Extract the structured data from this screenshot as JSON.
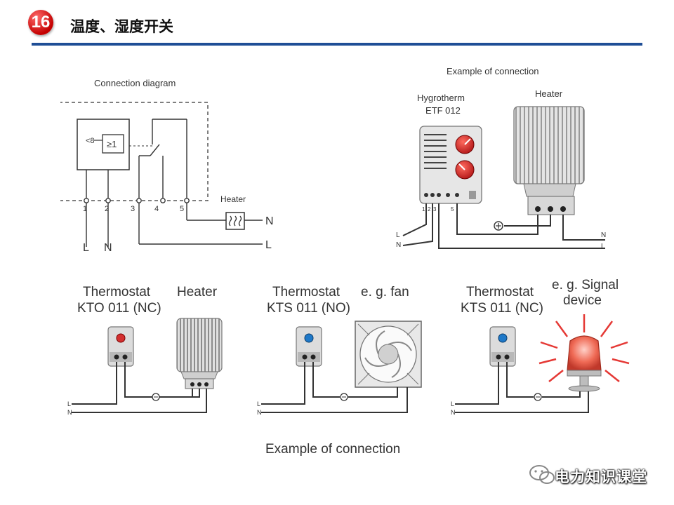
{
  "header": {
    "badge": "16",
    "title": "温度、湿度开关"
  },
  "diagram1": {
    "title": "Connection diagram",
    "temp_label": "<8",
    "logic_label": "≥1",
    "terminals": [
      "1",
      "2",
      "3",
      "4",
      "5"
    ],
    "heater_label": "Heater",
    "outputs": {
      "l1": "L",
      "n": "N",
      "n_right": "N",
      "l_right": "L"
    }
  },
  "diagram2": {
    "title": "Example of connection",
    "device_label_1": "Hygrotherm",
    "device_label_2": "ETF 012",
    "heater_label": "Heater",
    "terminals": [
      "1",
      "2",
      "3",
      "5"
    ],
    "left": {
      "l": "L",
      "n": "N"
    },
    "right": {
      "n": "N",
      "l": "L"
    }
  },
  "examples": [
    {
      "label_1": "Thermostat",
      "label_2": "KTO 011 (NC)",
      "load_1": "Heater",
      "load_2": "",
      "l": "L",
      "n": "N"
    },
    {
      "label_1": "Thermostat",
      "label_2": "KTS 011 (NO)",
      "load_1": "e. g. fan",
      "load_2": "",
      "l": "L",
      "n": "N"
    },
    {
      "label_1": "Thermostat",
      "label_2": "KTS 011 (NC)",
      "load_1": "e. g. Signal",
      "load_2": "device",
      "l": "L",
      "n": "N"
    }
  ],
  "footer": {
    "caption": "Example of connection"
  },
  "watermark": {
    "text": "电力知识课堂"
  },
  "colors": {
    "accent_rule": "#1f4e96",
    "badge": "#c40000",
    "dial": "#c62828",
    "thermostat_red": "#d32f2f",
    "thermostat_blue": "#1e78c8"
  }
}
